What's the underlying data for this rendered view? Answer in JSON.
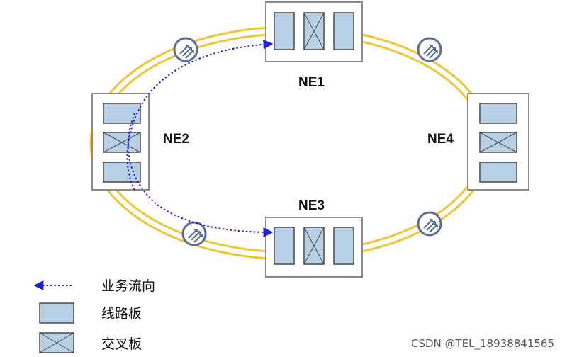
{
  "nodes": {
    "ne1": "NE1",
    "ne2": "NE2",
    "ne3": "NE3",
    "ne4": "NE4"
  },
  "legend": {
    "service_flow": "业务流向",
    "line_board": "线路板",
    "cross_board": "交叉板"
  },
  "watermark": "CSDN @TEL_18938841565",
  "colors": {
    "fiber": "#f2c432",
    "board_fill": "#b8d0e6",
    "board_stroke": "#4a4a4a",
    "flow_arrow": "#1f1fd6",
    "node_border": "#8c8c8c",
    "amplifier_stroke": "#5a6e93"
  },
  "icons": {
    "amplifier": "amplifier-icon",
    "flow": "dotted-arrow-icon"
  }
}
